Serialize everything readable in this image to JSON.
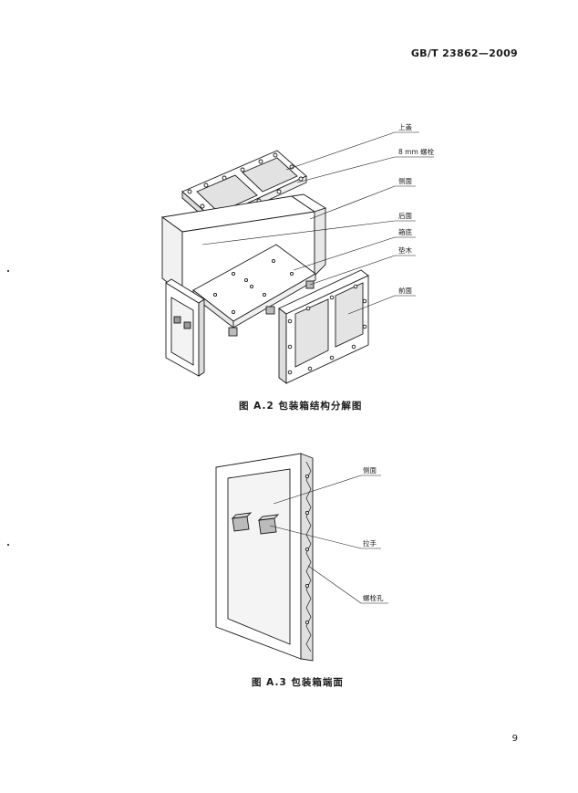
{
  "header": {
    "standard_code": "GB/T 23862—2009"
  },
  "figure_a2": {
    "caption": "图 A.2  包装箱结构分解图",
    "labels": {
      "top_cover": "上盖",
      "bolt": "8 mm 螺栓",
      "side_face": "侧面",
      "back_face": "后面",
      "bottom": "箱底",
      "skid": "垫木",
      "front_face": "前面"
    }
  },
  "figure_a3": {
    "caption": "图 A.3  包装箱端面",
    "labels": {
      "side_face": "侧面",
      "handle": "拉手",
      "bolt_hole": "螺栓孔"
    }
  },
  "page_number": "9"
}
